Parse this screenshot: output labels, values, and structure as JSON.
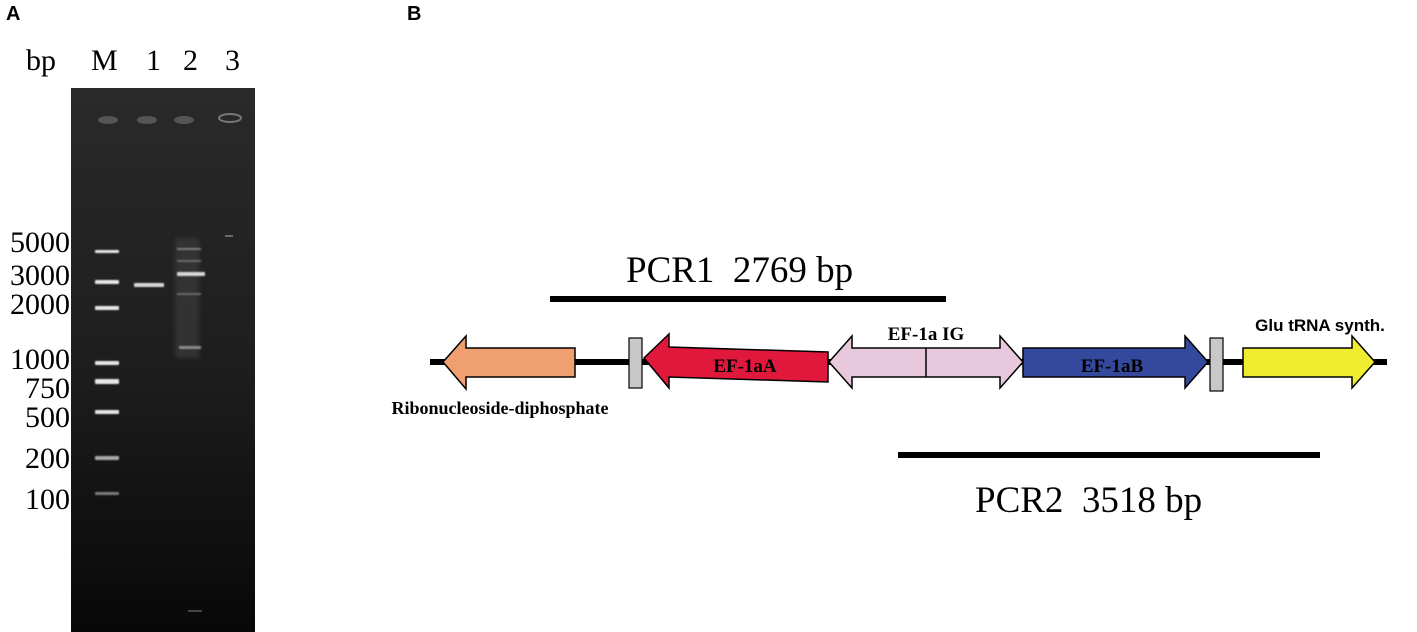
{
  "panel_a": {
    "letter": "A",
    "unit_label": "bp",
    "lanes": [
      "M",
      "1",
      "2",
      "3"
    ],
    "marker_sizes": [
      "5000",
      "3000",
      "2000",
      "1000",
      "750",
      "500",
      "200",
      "100"
    ]
  },
  "panel_b": {
    "letter": "B",
    "pcr1_label": "PCR1  2769 bp",
    "pcr2_label": "PCR2  3518 bp",
    "genes": {
      "ribonucleoside": "Ribonucleoside-diphosphate",
      "ef1aA": "EF-1aA",
      "ef1a_ig": "EF-1a IG",
      "ef1aB": "EF-1aB",
      "glu_trna": "Glu tRNA synth."
    },
    "colors": {
      "ribonucleoside": "#F0A070",
      "ef1aA": "#E0183C",
      "ef1a_ig": "#E8C8DC",
      "ef1aB": "#34489C",
      "glu_trna": "#F0EC30",
      "spacer": "#C8C8C8"
    }
  }
}
